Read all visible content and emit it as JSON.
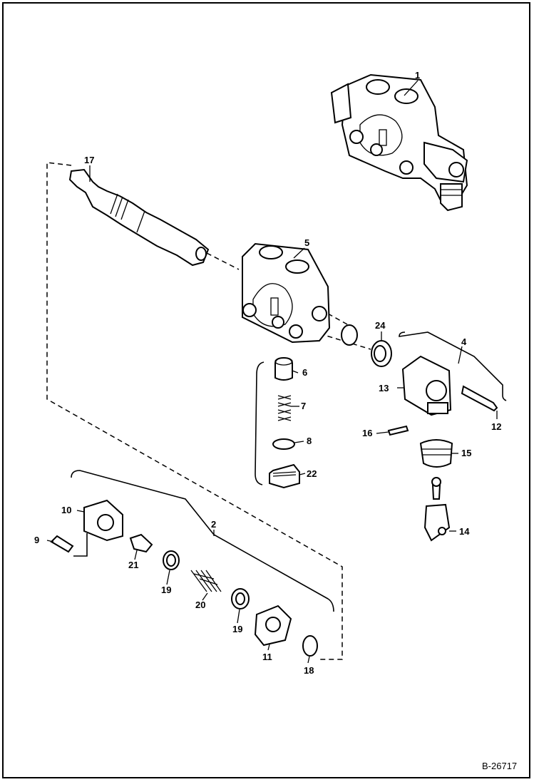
{
  "diagram": {
    "reference_code": "B-26717",
    "callouts": {
      "p1": "1",
      "p2": "2",
      "p4": "4",
      "p5": "5",
      "p6": "6",
      "p7": "7",
      "p8": "8",
      "p9": "9",
      "p10": "10",
      "p11": "11",
      "p12": "12",
      "p13": "13",
      "p14": "14",
      "p15": "15",
      "p16": "16",
      "p17": "17",
      "p18": "18",
      "p19a": "19",
      "p19b": "19",
      "p20": "20",
      "p21": "21",
      "p22": "22",
      "p24": "24"
    }
  }
}
